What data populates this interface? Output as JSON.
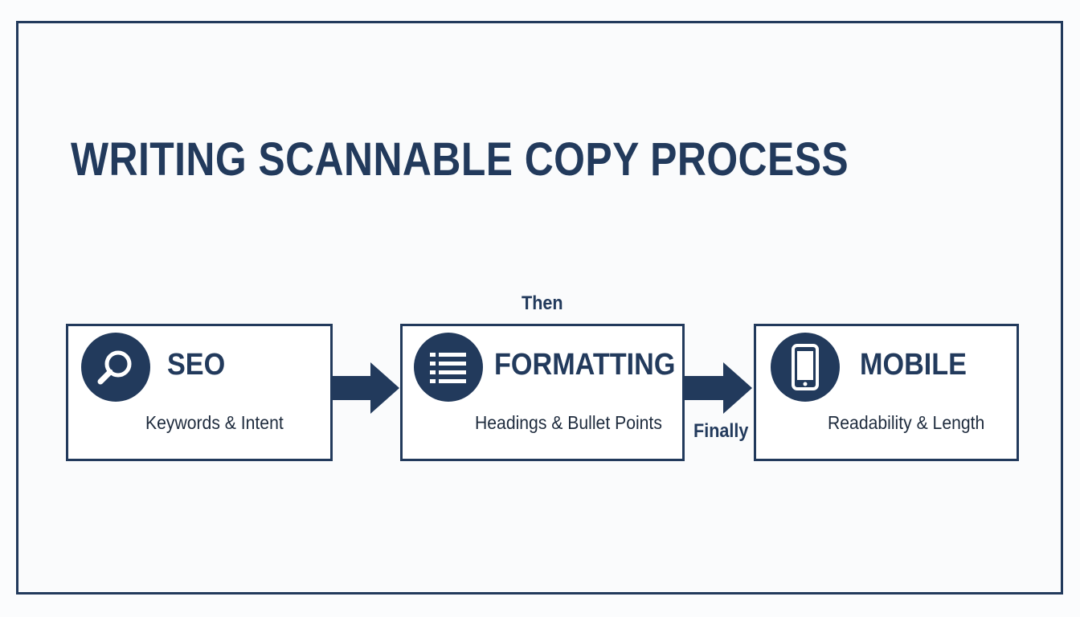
{
  "title": "WRITING SCANNABLE COPY PROCESS",
  "colors": {
    "primary": "#223a5c",
    "background": "#fafbfc"
  },
  "steps": [
    {
      "title": "SEO",
      "description": "Keywords & Intent",
      "icon": "search-icon"
    },
    {
      "title": "FORMATTING",
      "description": "Headings & Bullet Points",
      "icon": "list-icon"
    },
    {
      "title": "MOBILE",
      "description": "Readability & Length",
      "icon": "smartphone-icon"
    }
  ],
  "connectors": [
    {
      "label": "Then"
    },
    {
      "label": "Finally"
    }
  ]
}
